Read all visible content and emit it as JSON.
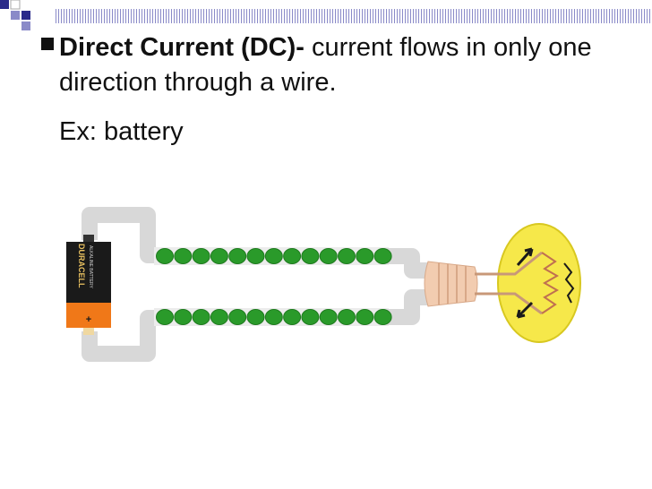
{
  "slide": {
    "bullet_term": "Direct Current (DC)-",
    "bullet_def": " current flows in only one direction through a wire.",
    "example": "Ex:  battery"
  },
  "battery": {
    "brand": "DURACELL",
    "sub": "ALKALINE BATTERY",
    "plus": "+"
  },
  "colors": {
    "wire": "#e6e6e6",
    "bead": "#2a9a2a",
    "bulb": "#f6e84a",
    "battery_top": "#1a1a1a",
    "battery_bottom": "#f07818"
  },
  "beads_per_row": 13
}
